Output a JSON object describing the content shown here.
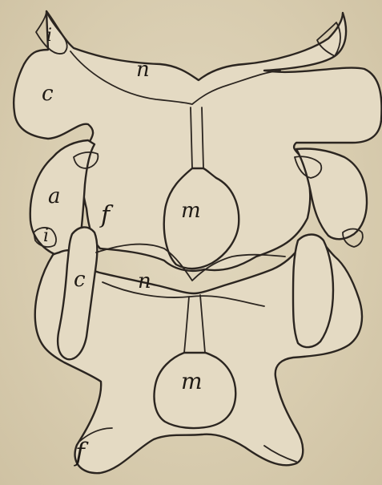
{
  "figure": {
    "labels": {
      "i_top": "i",
      "n_top": "n",
      "c_top": "c",
      "a": "a",
      "f_top": "f",
      "m_top": "m",
      "i_left": "i",
      "c_mid": "c",
      "n_mid": "n",
      "m_bottom": "m",
      "f_bottom": "f"
    }
  }
}
